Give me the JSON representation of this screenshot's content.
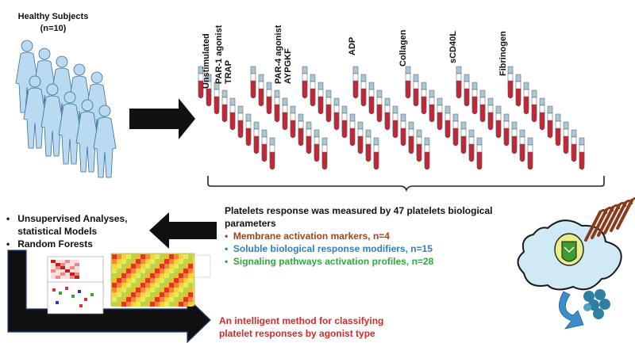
{
  "cohort": {
    "title": "Healthy Subjects",
    "count": "(n=10)"
  },
  "conditions": [
    {
      "label": "Unstimulated"
    },
    {
      "label": "PAR-1 agonist\nTRAP"
    },
    {
      "label": "PAR-4 agonist\nAYPGKF"
    },
    {
      "label": "ADP"
    },
    {
      "label": "Collagen"
    },
    {
      "label": "sCD40L"
    },
    {
      "label": "Fibrinogen"
    }
  ],
  "parameters": {
    "heading": "Platelets response was measured by 47 platelets biological parameters",
    "items": [
      {
        "text": "Membrane activation markers, n=4",
        "color": "#a0451b"
      },
      {
        "text": "Soluble biological response modifiers, n=15",
        "color": "#2d7fc0"
      },
      {
        "text": "Signaling pathways activation profiles, n=28",
        "color": "#2eaa3c"
      }
    ]
  },
  "analyses": [
    {
      "text": "Unsupervised Analyses,"
    },
    {
      "text": "statistical Models"
    },
    {
      "text": "Random Forests"
    }
  ],
  "conclusion": {
    "line1": "An intelligent method for classifying",
    "line2": "platelet responses by agonist type"
  },
  "colors": {
    "silhouette": "#b9daf0",
    "blood": "#c0283a",
    "arrow": "#111111",
    "cell": "#cfeaf6",
    "receptor": "#8b3a1a"
  }
}
